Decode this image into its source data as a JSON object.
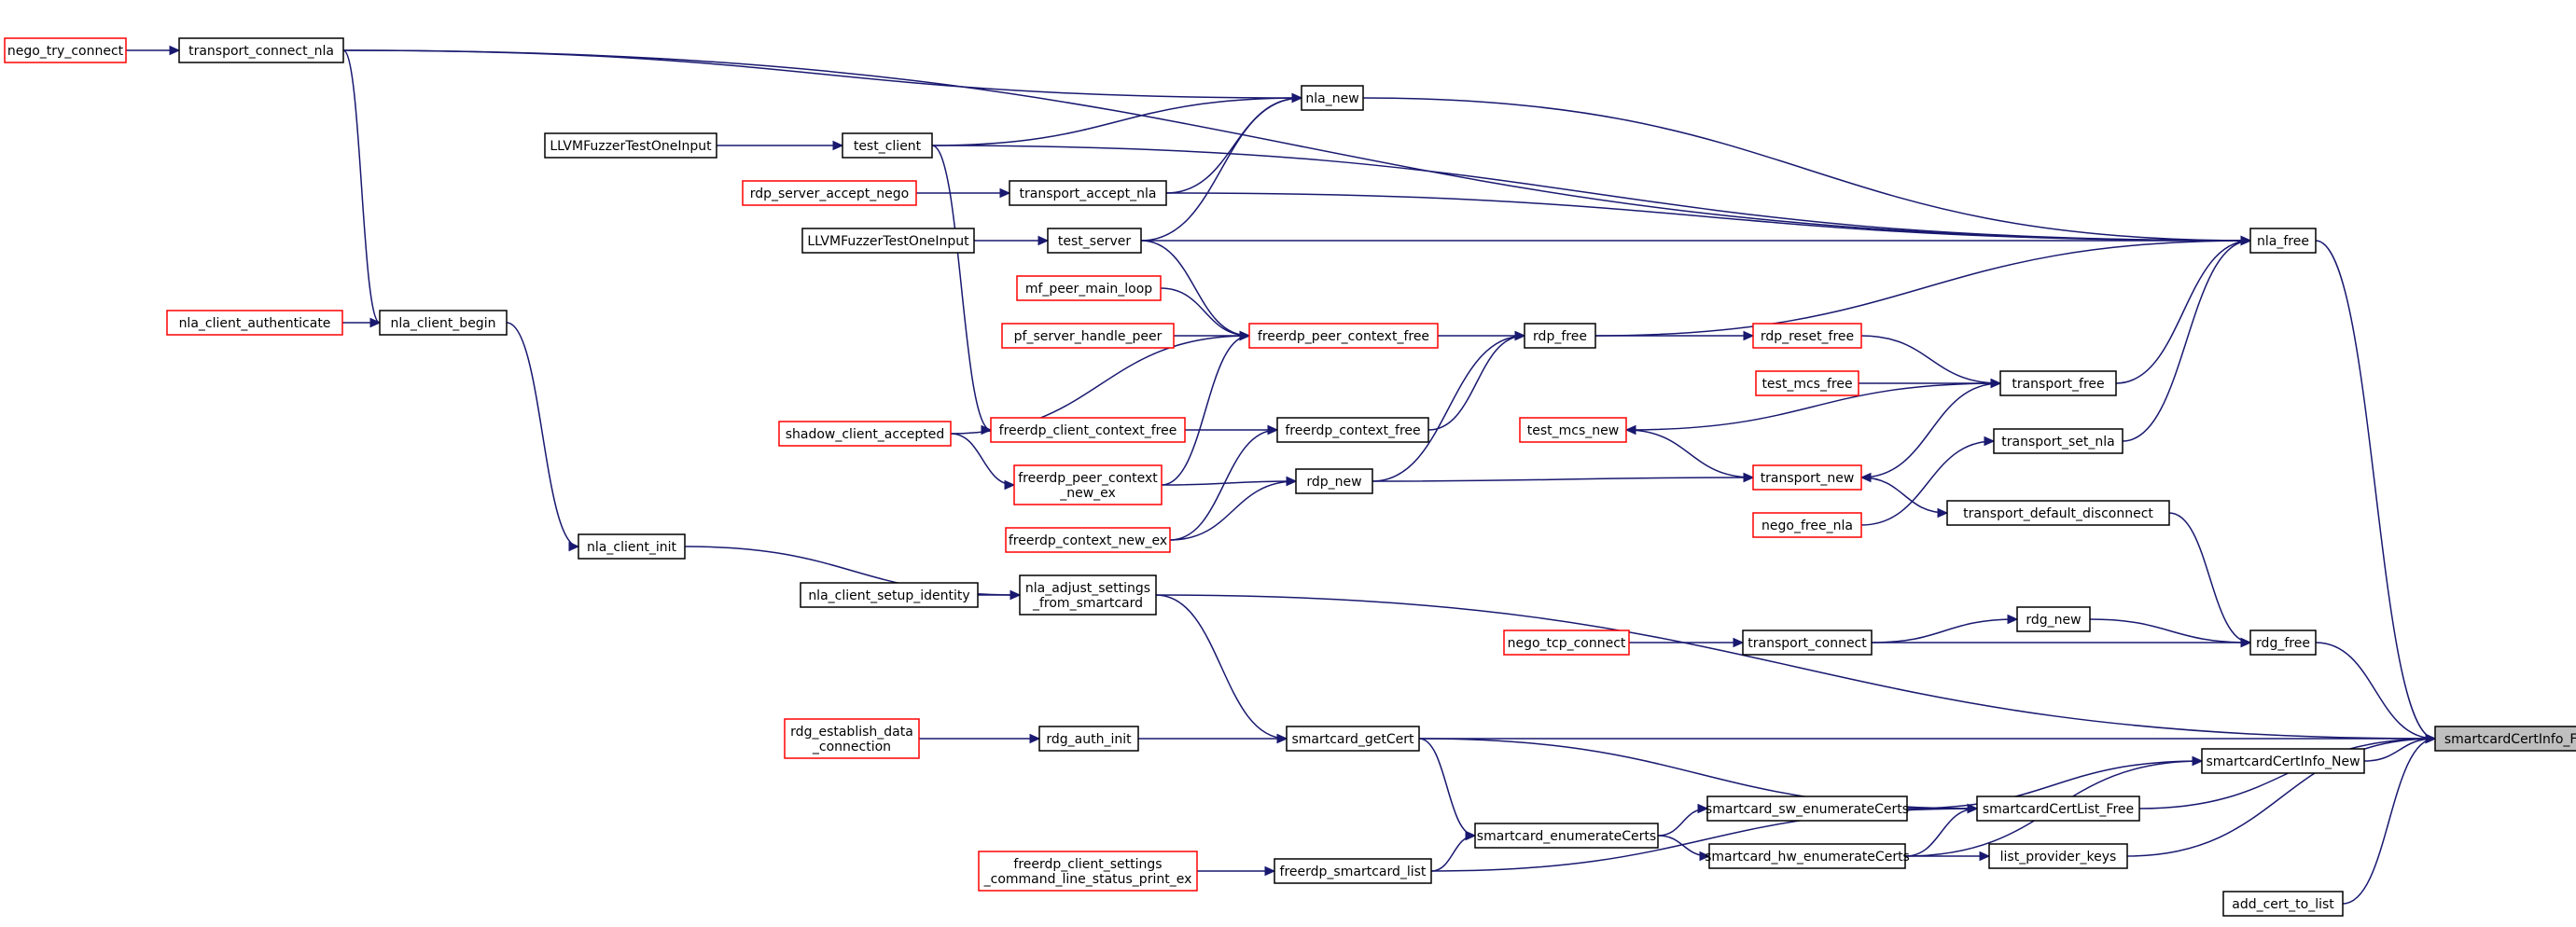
{
  "nodes": [
    {
      "id": "root",
      "label": "smartcardCertInfo_Free",
      "kind": "root"
    },
    {
      "id": "nego_try_connect",
      "label": "nego_try_connect",
      "kind": "trunc"
    },
    {
      "id": "transport_connect_nla",
      "label": "transport_connect_nla",
      "kind": "normal"
    },
    {
      "id": "nla_new",
      "label": "nla_new",
      "kind": "normal"
    },
    {
      "id": "LLVM1",
      "label": "LLVMFuzzerTestOneInput",
      "kind": "normal"
    },
    {
      "id": "test_client",
      "label": "test_client",
      "kind": "normal"
    },
    {
      "id": "rdp_server_accept_nego",
      "label": "rdp_server_accept_nego",
      "kind": "trunc"
    },
    {
      "id": "transport_accept_nla",
      "label": "transport_accept_nla",
      "kind": "normal"
    },
    {
      "id": "nla_free",
      "label": "nla_free",
      "kind": "normal"
    },
    {
      "id": "LLVM2",
      "label": "LLVMFuzzerTestOneInput",
      "kind": "normal"
    },
    {
      "id": "test_server",
      "label": "test_server",
      "kind": "normal"
    },
    {
      "id": "mf_peer_main_loop",
      "label": "mf_peer_main_loop",
      "kind": "trunc"
    },
    {
      "id": "nla_client_authenticate",
      "label": "nla_client_authenticate",
      "kind": "trunc"
    },
    {
      "id": "nla_client_begin",
      "label": "nla_client_begin",
      "kind": "normal"
    },
    {
      "id": "pf_server_handle_peer",
      "label": "pf_server_handle_peer",
      "kind": "trunc"
    },
    {
      "id": "freerdp_peer_context_free",
      "label": "freerdp_peer_context_free",
      "kind": "trunc"
    },
    {
      "id": "rdp_free",
      "label": "rdp_free",
      "kind": "normal"
    },
    {
      "id": "rdp_reset_free",
      "label": "rdp_reset_free",
      "kind": "trunc"
    },
    {
      "id": "test_mcs_free",
      "label": "test_mcs_free",
      "kind": "trunc"
    },
    {
      "id": "transport_free",
      "label": "transport_free",
      "kind": "normal"
    },
    {
      "id": "shadow_client_accepted",
      "label": "shadow_client_accepted",
      "kind": "trunc"
    },
    {
      "id": "freerdp_client_context_free",
      "label": "freerdp_client_context_free",
      "kind": "trunc"
    },
    {
      "id": "freerdp_context_free",
      "label": "freerdp_context_free",
      "kind": "normal"
    },
    {
      "id": "test_mcs_new",
      "label": "test_mcs_new",
      "kind": "trunc"
    },
    {
      "id": "transport_set_nla",
      "label": "transport_set_nla",
      "kind": "normal"
    },
    {
      "id": "freerdp_peer_context_new_ex",
      "label": "freerdp_peer_context\n_new_ex",
      "kind": "trunc"
    },
    {
      "id": "rdp_new",
      "label": "rdp_new",
      "kind": "normal"
    },
    {
      "id": "transport_new",
      "label": "transport_new",
      "kind": "trunc"
    },
    {
      "id": "nego_free_nla",
      "label": "nego_free_nla",
      "kind": "trunc"
    },
    {
      "id": "transport_default_disconnect",
      "label": "transport_default_disconnect",
      "kind": "normal"
    },
    {
      "id": "freerdp_context_new_ex",
      "label": "freerdp_context_new_ex",
      "kind": "trunc"
    },
    {
      "id": "nla_client_init",
      "label": "nla_client_init",
      "kind": "normal"
    },
    {
      "id": "nla_client_setup_identity",
      "label": "nla_client_setup_identity",
      "kind": "normal"
    },
    {
      "id": "nla_adjust_settings_from_smartcard",
      "label": "nla_adjust_settings\n_from_smartcard",
      "kind": "normal"
    },
    {
      "id": "rdg_new",
      "label": "rdg_new",
      "kind": "normal"
    },
    {
      "id": "nego_tcp_connect",
      "label": "nego_tcp_connect",
      "kind": "trunc"
    },
    {
      "id": "transport_connect",
      "label": "transport_connect",
      "kind": "normal"
    },
    {
      "id": "rdg_free",
      "label": "rdg_free",
      "kind": "normal"
    },
    {
      "id": "rdg_establish_data_connection",
      "label": "rdg_establish_data\n_connection",
      "kind": "trunc"
    },
    {
      "id": "rdg_auth_init",
      "label": "rdg_auth_init",
      "kind": "normal"
    },
    {
      "id": "smartcard_getCert",
      "label": "smartcard_getCert",
      "kind": "normal"
    },
    {
      "id": "smartcardCertInfo_New",
      "label": "smartcardCertInfo_New",
      "kind": "normal"
    },
    {
      "id": "smartcard_sw_enumerateCerts",
      "label": "smartcard_sw_enumerateCerts",
      "kind": "normal"
    },
    {
      "id": "smartcardCertList_Free",
      "label": "smartcardCertList_Free",
      "kind": "normal"
    },
    {
      "id": "smartcard_enumerateCerts",
      "label": "smartcard_enumerateCerts",
      "kind": "normal"
    },
    {
      "id": "freerdp_client_settings_command_line_status_print_ex",
      "label": "freerdp_client_settings\n_command_line_status_print_ex",
      "kind": "trunc"
    },
    {
      "id": "freerdp_smartcard_list",
      "label": "freerdp_smartcard_list",
      "kind": "normal"
    },
    {
      "id": "smartcard_hw_enumerateCerts",
      "label": "smartcard_hw_enumerateCerts",
      "kind": "normal"
    },
    {
      "id": "list_provider_keys",
      "label": "list_provider_keys",
      "kind": "normal"
    },
    {
      "id": "add_cert_to_list",
      "label": "add_cert_to_list",
      "kind": "normal"
    }
  ],
  "edges": [
    [
      "nego_try_connect",
      "transport_connect_nla"
    ],
    [
      "transport_connect_nla",
      "nla_new"
    ],
    [
      "transport_connect_nla",
      "nla_free"
    ],
    [
      "transport_connect_nla",
      "nla_client_begin"
    ],
    [
      "LLVM1",
      "test_client"
    ],
    [
      "test_client",
      "nla_new"
    ],
    [
      "test_client",
      "nla_free"
    ],
    [
      "test_client",
      "freerdp_client_context_free"
    ],
    [
      "rdp_server_accept_nego",
      "transport_accept_nla"
    ],
    [
      "transport_accept_nla",
      "nla_new"
    ],
    [
      "transport_accept_nla",
      "nla_free"
    ],
    [
      "LLVM2",
      "test_server"
    ],
    [
      "test_server",
      "nla_new"
    ],
    [
      "test_server",
      "nla_free"
    ],
    [
      "test_server",
      "freerdp_peer_context_free"
    ],
    [
      "nla_new",
      "nla_free"
    ],
    [
      "mf_peer_main_loop",
      "freerdp_peer_context_free"
    ],
    [
      "pf_server_handle_peer",
      "freerdp_peer_context_free"
    ],
    [
      "shadow_client_accepted",
      "freerdp_peer_context_free"
    ],
    [
      "freerdp_peer_context_free",
      "rdp_free"
    ],
    [
      "freerdp_peer_context_new_ex",
      "freerdp_peer_context_free"
    ],
    [
      "nla_client_authenticate",
      "nla_client_begin"
    ],
    [
      "nla_client_begin",
      "nla_client_init"
    ],
    [
      "rdp_free",
      "nla_free"
    ],
    [
      "rdp_free",
      "rdp_reset_free"
    ],
    [
      "rdp_reset_free",
      "transport_free"
    ],
    [
      "test_mcs_free",
      "transport_free"
    ],
    [
      "transport_free",
      "nla_free"
    ],
    [
      "transport_free",
      "test_mcs_new"
    ],
    [
      "transport_free",
      "transport_new"
    ],
    [
      "freerdp_client_context_free",
      "freerdp_context_free"
    ],
    [
      "freerdp_context_free",
      "rdp_free"
    ],
    [
      "freerdp_context_new_ex",
      "freerdp_context_free"
    ],
    [
      "freerdp_context_new_ex",
      "rdp_new"
    ],
    [
      "shadow_client_accepted",
      "freerdp_peer_context_new_ex"
    ],
    [
      "freerdp_peer_context_new_ex",
      "rdp_new"
    ],
    [
      "rdp_new",
      "rdp_free"
    ],
    [
      "rdp_new",
      "transport_new"
    ],
    [
      "test_mcs_new",
      "transport_new"
    ],
    [
      "transport_set_nla",
      "nla_free"
    ],
    [
      "nego_free_nla",
      "transport_set_nla"
    ],
    [
      "transport_new",
      "transport_default_disconnect"
    ],
    [
      "transport_default_disconnect",
      "rdg_free"
    ],
    [
      "nla_client_init",
      "nla_adjust_settings_from_smartcard"
    ],
    [
      "nla_client_setup_identity",
      "nla_adjust_settings_from_smartcard"
    ],
    [
      "nla_adjust_settings_from_smartcard",
      "root"
    ],
    [
      "nla_adjust_settings_from_smartcard",
      "smartcard_getCert"
    ],
    [
      "nego_tcp_connect",
      "transport_connect"
    ],
    [
      "transport_connect",
      "rdg_new"
    ],
    [
      "transport_connect",
      "rdg_free"
    ],
    [
      "rdg_new",
      "rdg_free"
    ],
    [
      "rdg_free",
      "root"
    ],
    [
      "nla_free",
      "root"
    ],
    [
      "rdg_establish_data_connection",
      "rdg_auth_init"
    ],
    [
      "rdg_auth_init",
      "smartcard_getCert"
    ],
    [
      "smartcard_getCert",
      "root"
    ],
    [
      "smartcard_getCert",
      "smartcardCertList_Free"
    ],
    [
      "smartcard_getCert",
      "smartcard_enumerateCerts"
    ],
    [
      "smartcardCertInfo_New",
      "root"
    ],
    [
      "smartcard_sw_enumerateCerts",
      "smartcardCertInfo_New"
    ],
    [
      "smartcard_sw_enumerateCerts",
      "smartcardCertList_Free"
    ],
    [
      "smartcardCertList_Free",
      "root"
    ],
    [
      "smartcard_enumerateCerts",
      "smartcard_sw_enumerateCerts"
    ],
    [
      "smartcard_enumerateCerts",
      "smartcard_hw_enumerateCerts"
    ],
    [
      "freerdp_client_settings_command_line_status_print_ex",
      "freerdp_smartcard_list"
    ],
    [
      "freerdp_smartcard_list",
      "smartcard_enumerateCerts"
    ],
    [
      "freerdp_smartcard_list",
      "smartcardCertList_Free"
    ],
    [
      "smartcard_hw_enumerateCerts",
      "smartcardCertList_Free"
    ],
    [
      "smartcard_hw_enumerateCerts",
      "list_provider_keys"
    ],
    [
      "list_provider_keys",
      "root"
    ],
    [
      "add_cert_to_list",
      "root"
    ],
    [
      "smartcard_hw_enumerateCerts",
      "smartcardCertInfo_New"
    ]
  ]
}
